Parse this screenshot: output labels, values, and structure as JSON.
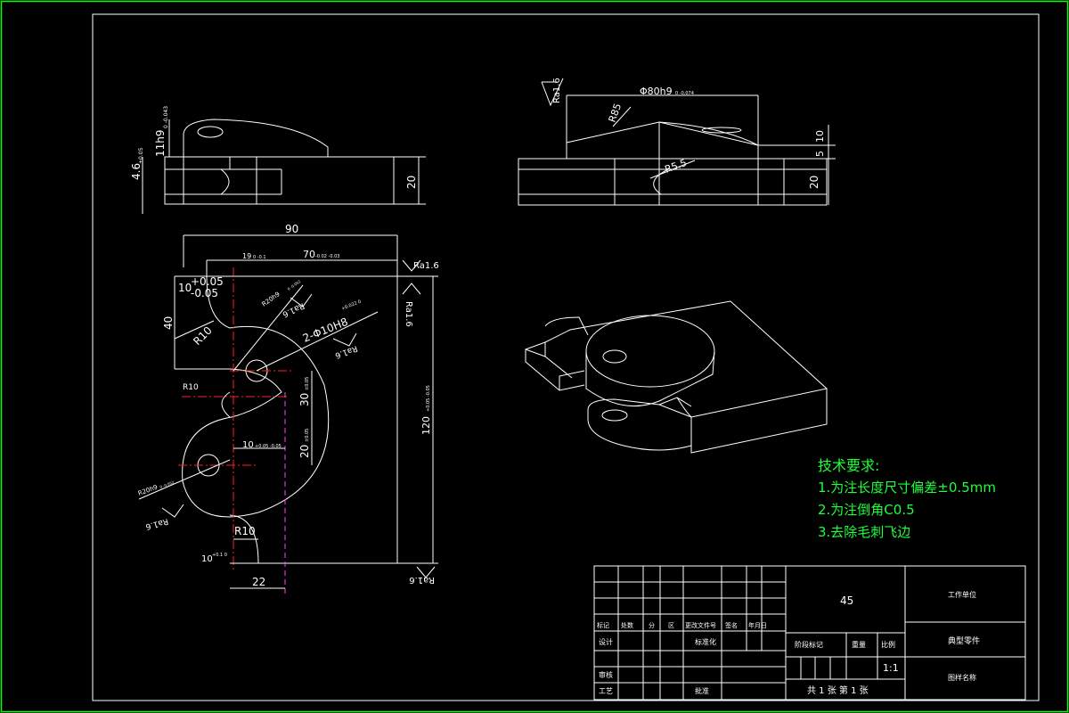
{
  "colors": {
    "background": "#000000",
    "frame": "#00ff00",
    "lines": "#ffffff",
    "centerline": "#ff2020",
    "hidden": "#ff40ff",
    "notes": "#1fff3a"
  },
  "dims": {
    "d90": "90",
    "d70": "70",
    "d70tol": "-0.02 -0.03",
    "d19": "19",
    "d19tol": "0 -0.1",
    "d10": "10",
    "d10tol1": "+0.05",
    "d10tol2": "-0.05",
    "d40": "40",
    "r10a": "R10",
    "r10b": "R10",
    "r10c": "R10",
    "ra16": "Ra1.6",
    "holes": "2-Φ10H8",
    "holetol": "+0.022 0",
    "d30": "30",
    "d30tol": "±0.05",
    "d20a": "20",
    "d20tol": "±0.05",
    "d10b": "10",
    "d10btol": "+0.05 -0.05",
    "d120": "120",
    "d120tol": "+0.05 -0.05",
    "d10c": "10",
    "d10ctol": "+0.1 0",
    "d22": "22",
    "d11h9": "11h9",
    "d11tol": "0 -0.043",
    "d46": "4.6",
    "d46tol": "±0.05",
    "d20b": "20",
    "phi80": "Φ80h9",
    "phi80tol": "0 -0.074",
    "r85": "R85",
    "r55": "R5.5",
    "d10v": "10",
    "d5v": "5",
    "d20v": "20",
    "r20a": "R20h9",
    "r20tol": "0 -0.052"
  },
  "notes": {
    "title": "技术要求:",
    "items": [
      "1.为注长度尺寸偏差±0.5mm",
      "2.为注倒角C0.5",
      "3.去除毛刺飞边"
    ]
  },
  "titleblock": {
    "material": "45",
    "unit": "工作单位",
    "partname": "典型零件",
    "drawingno": "图样名称",
    "scale": "1:1",
    "sheets": "共 1 张  第 1 张",
    "headers": [
      "标记",
      "处数",
      "分",
      "区",
      "更改文件号",
      "签名",
      "年月日"
    ],
    "design": "设计",
    "standard": "标准化",
    "stage": "阶段标记",
    "weight": "重量",
    "ratio": "比例",
    "review": "审核",
    "process": "工艺",
    "approve": "批准"
  }
}
